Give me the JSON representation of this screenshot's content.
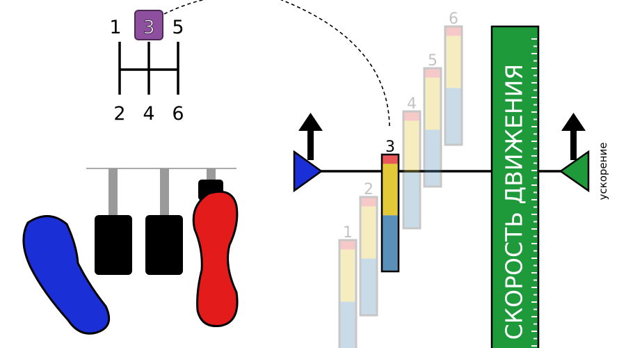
{
  "shifter": {
    "top_labels": [
      "1",
      "3",
      "5"
    ],
    "bottom_labels": [
      "2",
      "4",
      "6"
    ],
    "selected_label": "3"
  },
  "gear_bars": [
    {
      "label": "1",
      "active": false
    },
    {
      "label": "2",
      "active": false
    },
    {
      "label": "3",
      "active": true
    },
    {
      "label": "4",
      "active": false
    },
    {
      "label": "5",
      "active": false
    },
    {
      "label": "6",
      "active": false
    }
  ],
  "speed_scale": {
    "label": "СКОРОСТЬ ДВИЖЕНИЯ",
    "color": "#1f9a3a"
  },
  "acceleration_label": "ускорение",
  "colors": {
    "blue_foot": "#1a2fd6",
    "red_foot": "#e31b1b",
    "pedal": "#000000",
    "selector": "#8e4f9e",
    "bar_red": "#e85858",
    "bar_yellow": "#e2c93a",
    "bar_blue": "#5a90b8"
  }
}
